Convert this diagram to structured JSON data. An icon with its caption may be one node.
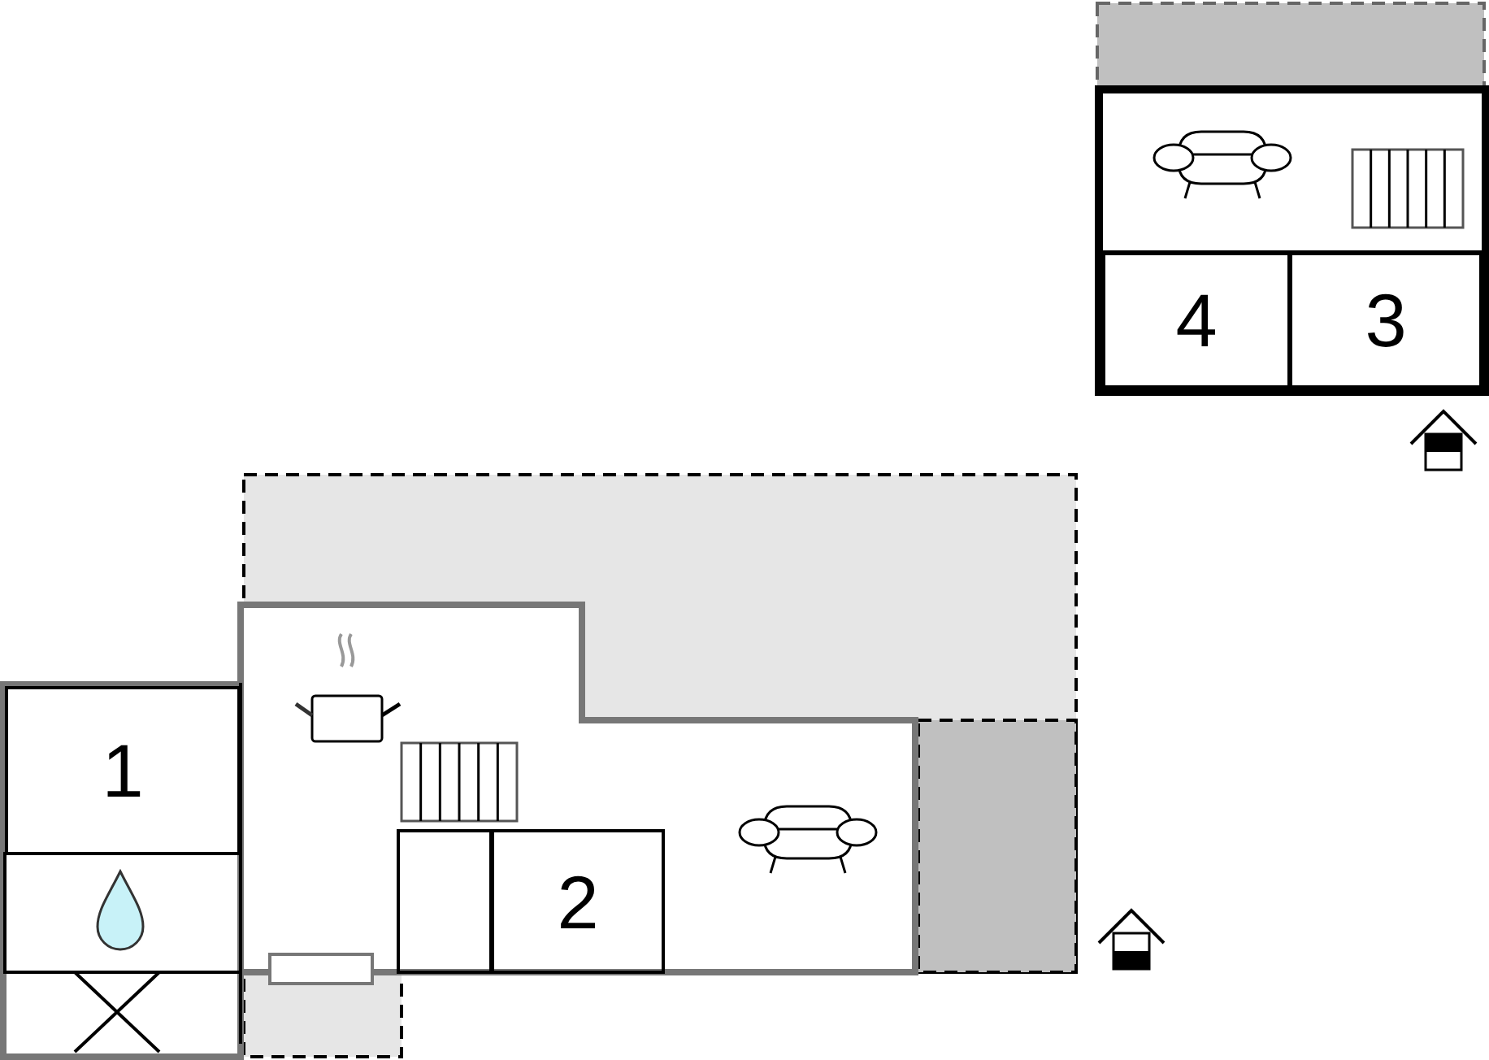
{
  "diagram": {
    "nodes": [
      {
        "text": [
          "1"
        ]
      },
      {
        "text": [
          "2"
        ]
      },
      {
        "text": [
          "4"
        ]
      },
      {
        "text": [
          "3"
        ]
      }
    ]
  }
}
